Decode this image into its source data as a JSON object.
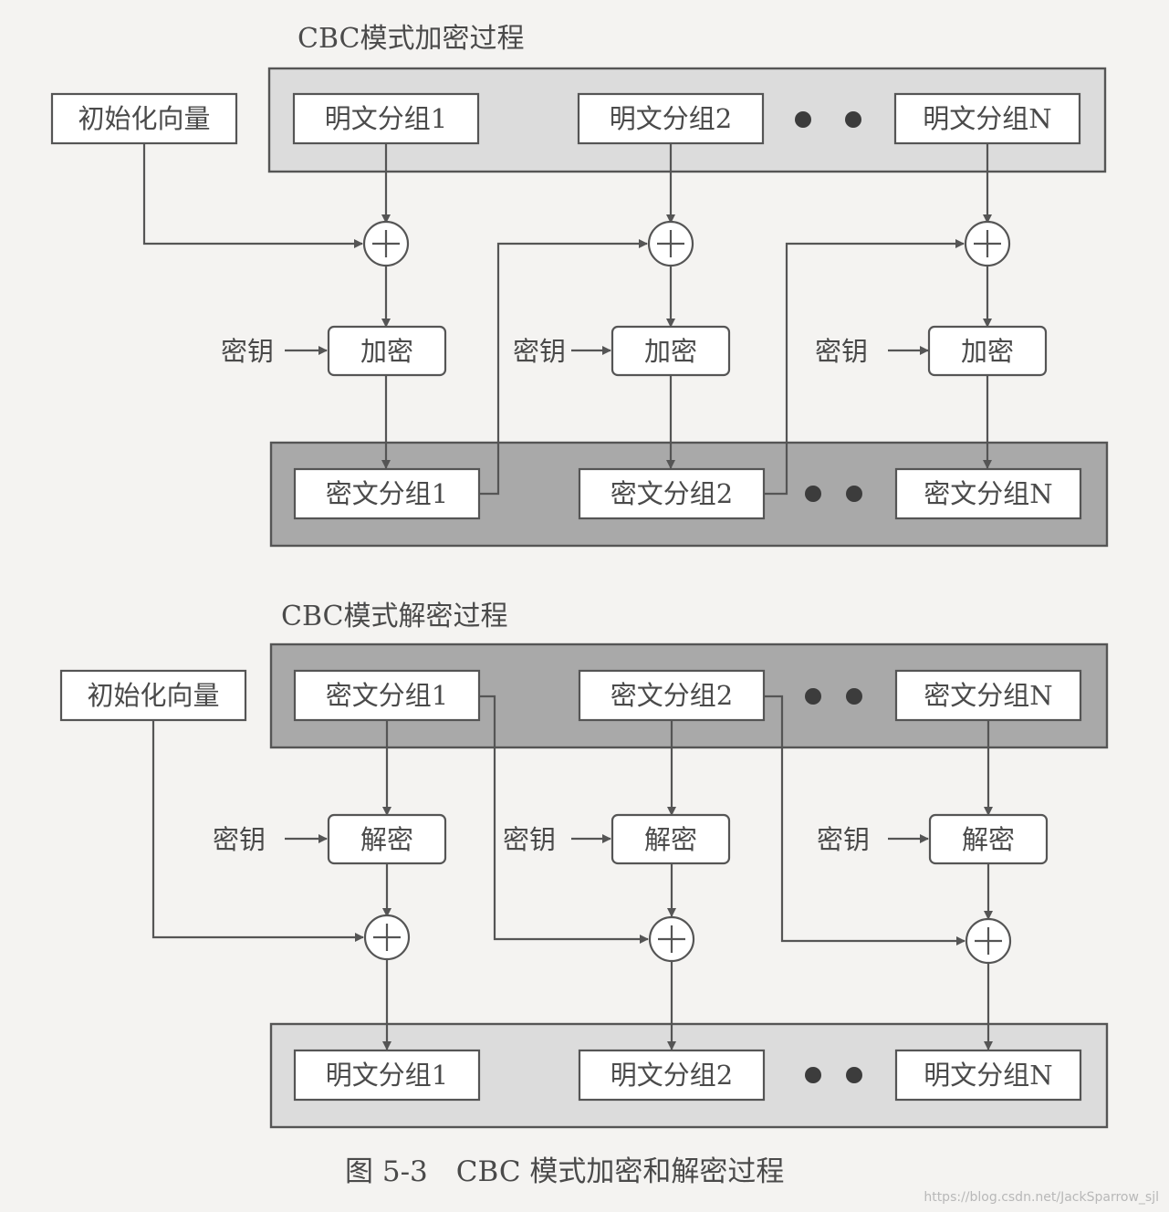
{
  "encryption": {
    "title": "CBC模式加密过程",
    "iv_label": "初始化向量",
    "plaintext_blocks": [
      "明文分组1",
      "明文分组2",
      "明文分组N"
    ],
    "key_label": "密钥",
    "op_label": "加密",
    "ciphertext_blocks": [
      "密文分组1",
      "密文分组2",
      "密文分组N"
    ]
  },
  "decryption": {
    "title": "CBC模式解密过程",
    "iv_label": "初始化向量",
    "ciphertext_blocks": [
      "密文分组1",
      "密文分组2",
      "密文分组N"
    ],
    "key_label": "密钥",
    "op_label": "解密",
    "plaintext_blocks": [
      "明文分组1",
      "明文分组2",
      "明文分组N"
    ]
  },
  "caption": "图 5-3　CBC 模式加密和解密过程",
  "watermark": "https://blog.csdn.net/JackSparrow_sjl"
}
